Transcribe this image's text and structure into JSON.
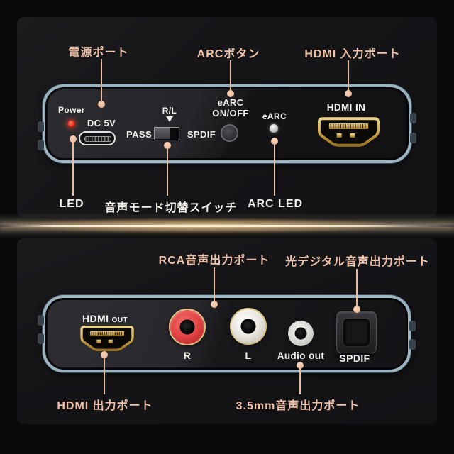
{
  "callouts": {
    "power_port": "電源ポート",
    "arc_button": "ARCボタン",
    "hdmi_input": "HDMI 入力ポート",
    "led": "LED",
    "audio_mode_switch": "音声モード切替スイッチ",
    "arc_led": "ARC LED",
    "rca_output": "RCA音声出力ポート",
    "optical_output": "光デジタル音声出力ポート",
    "hdmi_output": "HDMI 出力ポート",
    "jack_output": "3.5mm音声出力ポート"
  },
  "top_panel": {
    "power": "Power",
    "dc5v": "DC 5V",
    "rl": "R/L",
    "pass": "PASS",
    "spdif": "SPDIF",
    "earc_btn_line1": "eARC",
    "earc_btn_line2": "ON/OFF",
    "earc_led": "eARC",
    "hdmi_in": "HDMI IN"
  },
  "rear_panel": {
    "hdmi": "HDMI",
    "out": "OUT",
    "r": "R",
    "l": "L",
    "audio_out": "Audio out",
    "spdif": "SPDIF"
  },
  "colors": {
    "callout_accent": "#efc1a8",
    "device_border": "#9cb4c2",
    "power_led": "#e02818",
    "earc_led": "#bababc",
    "rca_right": "#e34444",
    "rca_left": "#eae7e0",
    "hdmi_gold": "#d2a84e",
    "streak_glow": "#fdf3da"
  }
}
